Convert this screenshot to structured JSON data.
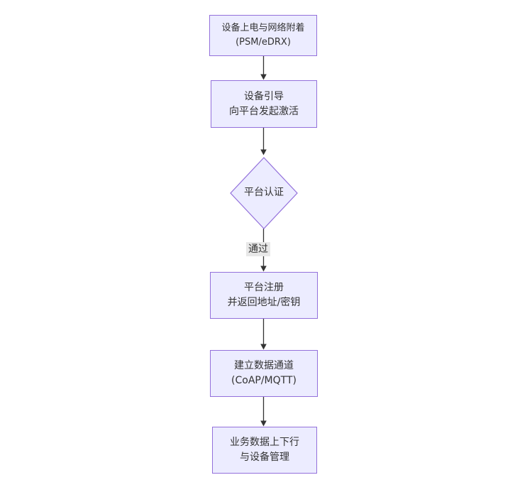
{
  "diagram": {
    "type": "flowchart",
    "direction": "top-down",
    "background": "#ffffff",
    "colors": {
      "node_fill": "#ECECFF",
      "node_border": "#9370DB",
      "edge_line": "#333333",
      "edge_label_bg": "#e8e8e8",
      "text": "#333333"
    },
    "nodes": [
      {
        "id": "power-attach",
        "shape": "rect",
        "lines": [
          "设备上电与网络附着",
          "(PSM/eDRX)"
        ]
      },
      {
        "id": "bootstrap",
        "shape": "rect",
        "lines": [
          "设备引导",
          "向平台发起激活"
        ]
      },
      {
        "id": "auth-decision",
        "shape": "diamond",
        "lines": [
          "平台认证"
        ]
      },
      {
        "id": "register",
        "shape": "rect",
        "lines": [
          "平台注册",
          "并返回地址/密钥"
        ]
      },
      {
        "id": "data-channel",
        "shape": "rect",
        "lines": [
          "建立数据通道",
          "(CoAP/MQTT)"
        ]
      },
      {
        "id": "business-data",
        "shape": "rect",
        "lines": [
          "业务数据上下行",
          "与设备管理"
        ]
      }
    ],
    "edges": [
      {
        "from": "power-attach",
        "to": "bootstrap",
        "label": ""
      },
      {
        "from": "bootstrap",
        "to": "auth-decision",
        "label": ""
      },
      {
        "from": "auth-decision",
        "to": "register",
        "label": "通过"
      },
      {
        "from": "register",
        "to": "data-channel",
        "label": ""
      },
      {
        "from": "data-channel",
        "to": "business-data",
        "label": ""
      }
    ]
  }
}
